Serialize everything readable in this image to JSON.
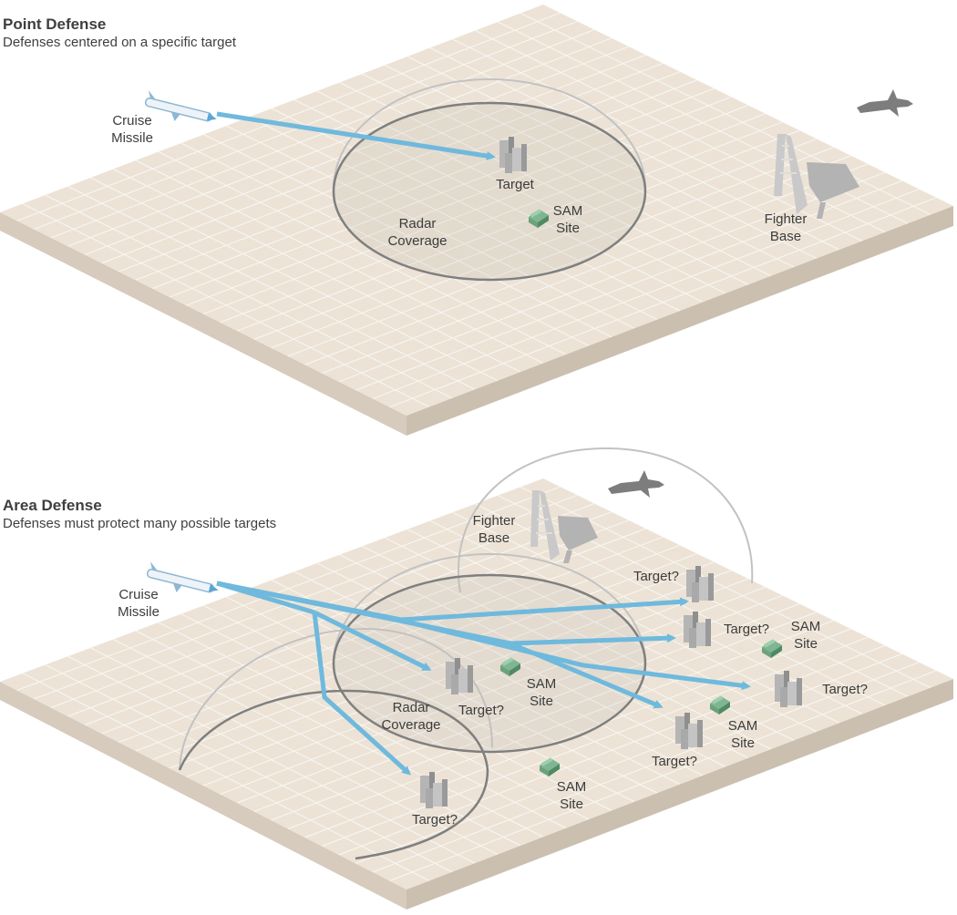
{
  "point_defense": {
    "title": "Point Defense",
    "subtitle": "Defenses centered on a specific target",
    "missile_label": [
      "Cruise",
      "Missile"
    ],
    "target_label": "Target",
    "sam_label": [
      "SAM",
      "Site"
    ],
    "radar_label": [
      "Radar",
      "Coverage"
    ],
    "fighter_base_label": [
      "Fighter",
      "Base"
    ]
  },
  "area_defense": {
    "title": "Area Defense",
    "subtitle": "Defenses must protect many possible targets",
    "missile_label": [
      "Cruise",
      "Missile"
    ],
    "fighter_base_label": [
      "Fighter",
      "Base"
    ],
    "radar_label": [
      "Radar",
      "Coverage"
    ],
    "target_label": "Target?",
    "sam_label": [
      "SAM",
      "Site"
    ]
  },
  "colors": {
    "ground_top": "#ece3d6",
    "ground_side_left": "#d6cbbd",
    "ground_side_right": "#cbbfb0",
    "grid": "#ffffff",
    "arrow": "#6fb9dd",
    "dome_outline": "#bdbdbd",
    "ring_outline": "#7f7f7f",
    "building": "#a7a7a7",
    "sam": "#5e9a73",
    "fighter": "#7d7d7d"
  },
  "icons": [
    "cruise-missile-icon",
    "building-icon",
    "sam-launcher-icon",
    "fighter-jet-icon",
    "control-tower-icon",
    "hangar-icon"
  ]
}
